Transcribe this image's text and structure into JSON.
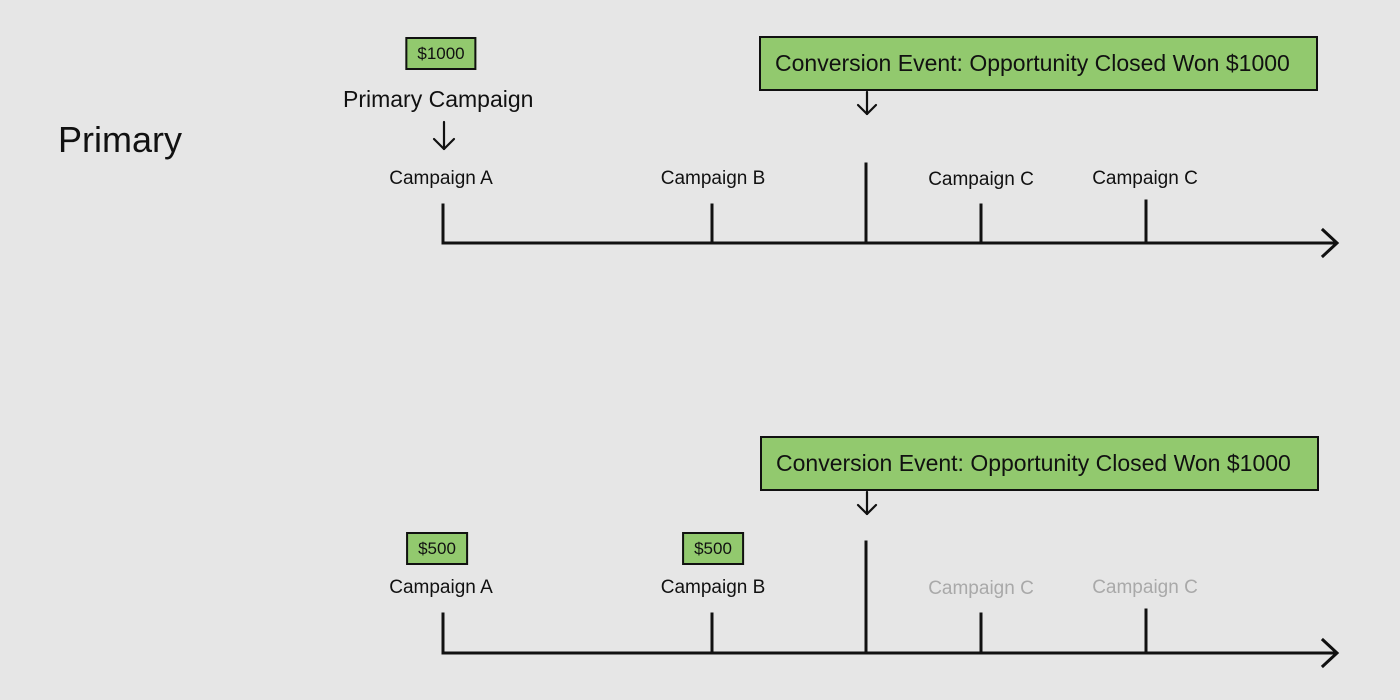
{
  "diagram": {
    "section_label": "Primary",
    "top": {
      "primary_caption": "Primary Campaign",
      "primary_value": "$1000",
      "conversion_event": "Conversion Event: Opportunity Closed Won $1000",
      "campaigns": [
        {
          "label": "Campaign A",
          "dim": false
        },
        {
          "label": "Campaign B",
          "dim": false
        },
        {
          "label": "Campaign C",
          "dim": false
        },
        {
          "label": "Campaign C",
          "dim": false
        }
      ]
    },
    "bottom": {
      "conversion_event": "Conversion Event: Opportunity Closed Won $1000",
      "campaigns": [
        {
          "label": "Campaign A",
          "value": "$500",
          "dim": false
        },
        {
          "label": "Campaign B",
          "value": "$500",
          "dim": false
        },
        {
          "label": "Campaign C",
          "dim": true
        },
        {
          "label": "Campaign C",
          "dim": true
        }
      ]
    },
    "colors": {
      "badge_fill": "#92c96e",
      "dim_text": "#a9a9a9",
      "line": "#111111"
    }
  }
}
